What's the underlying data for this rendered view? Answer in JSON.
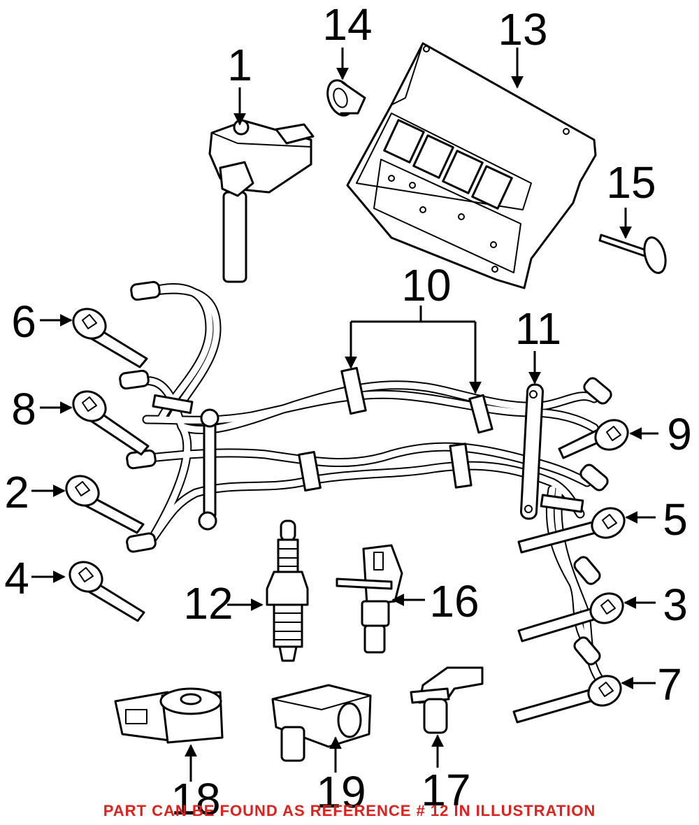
{
  "callouts": {
    "c1": "1",
    "c2": "2",
    "c3": "3",
    "c4": "4",
    "c5": "5",
    "c6": "6",
    "c7": "7",
    "c8": "8",
    "c9": "9",
    "c10": "10",
    "c11": "11",
    "c12": "12",
    "c13": "13",
    "c14": "14",
    "c15": "15",
    "c16": "16",
    "c17": "17",
    "c18": "18",
    "c19": "19"
  },
  "footer_note": "PART CAN BE FOUND AS REFERENCE # 12 IN ILLUSTRATION",
  "colors": {
    "line": "#000000",
    "background": "#ffffff",
    "note": "#e0201b"
  }
}
